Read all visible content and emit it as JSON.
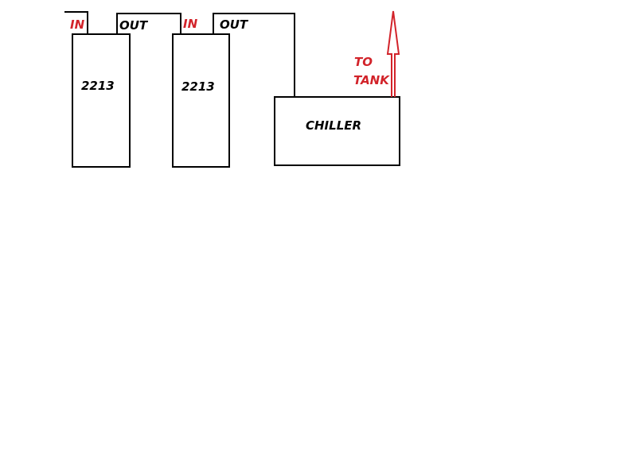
{
  "colors": {
    "line": "#000000",
    "accent": "#d2232a",
    "background": "#ffffff"
  },
  "canister_1": {
    "label": "2213",
    "in_label": "IN",
    "out_label": "OUT"
  },
  "canister_2": {
    "label": "2213",
    "in_label": "IN",
    "out_label": "OUT"
  },
  "chiller": {
    "label": "CHILLER"
  },
  "outlet": {
    "label_line1": "TO",
    "label_line2": "TANK"
  }
}
